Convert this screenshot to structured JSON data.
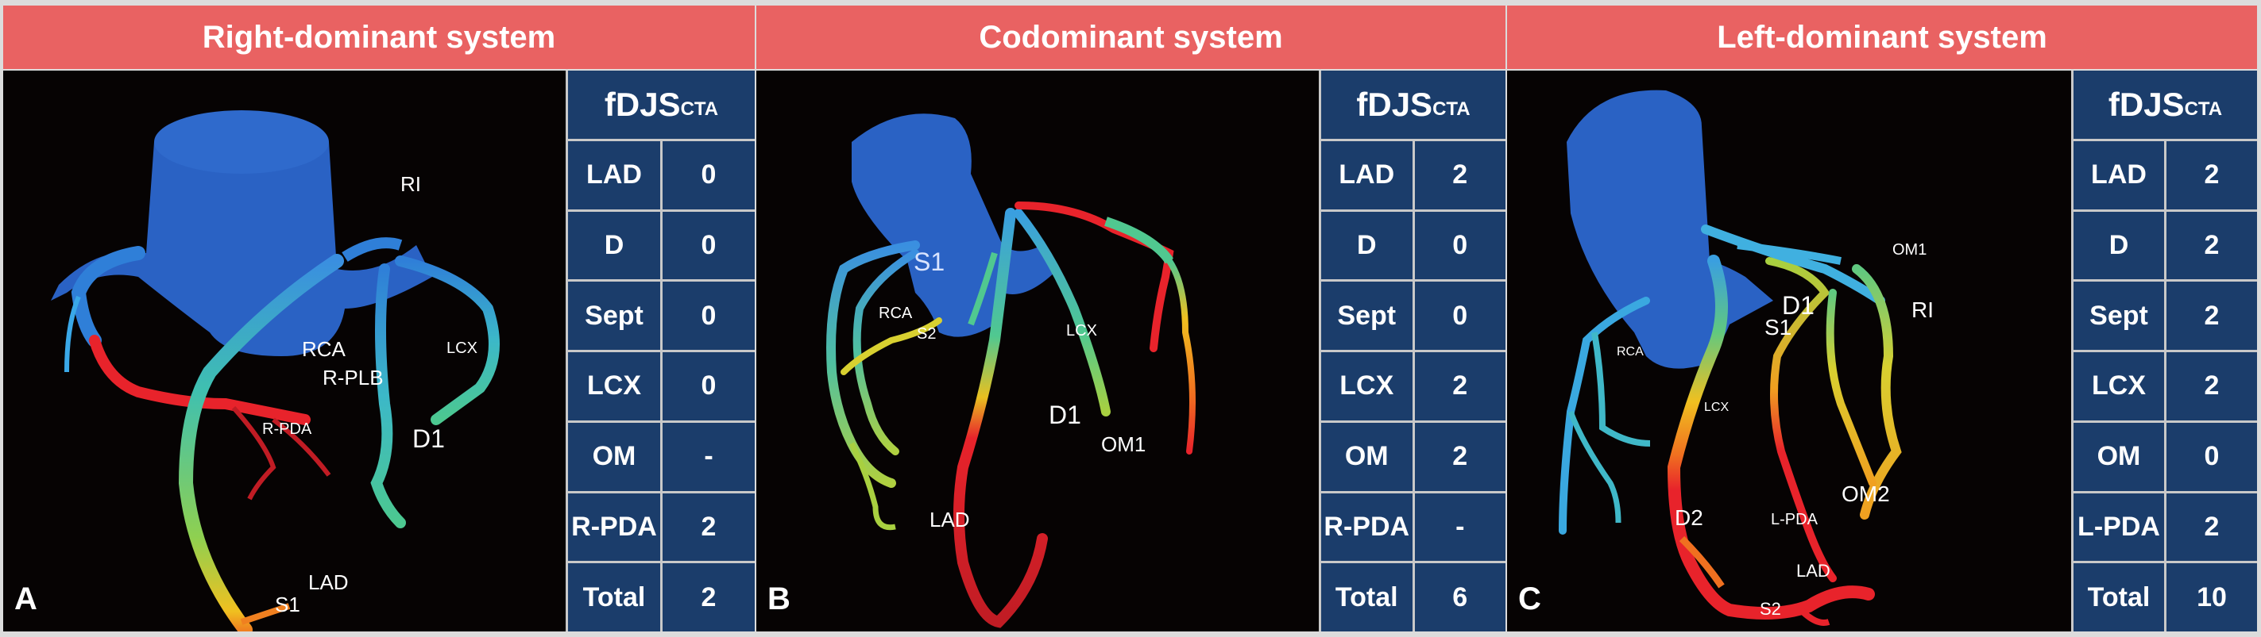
{
  "panels": [
    {
      "title": "Right-dominant system",
      "letter": "A",
      "table_title": "fDJS",
      "table_subscript": "CTA",
      "rows": [
        {
          "name": "LAD",
          "value": "0"
        },
        {
          "name": "D",
          "value": "0"
        },
        {
          "name": "Sept",
          "value": "0"
        },
        {
          "name": "LCX",
          "value": "0"
        },
        {
          "name": "OM",
          "value": "-"
        },
        {
          "name": "R-PDA",
          "value": "2"
        },
        {
          "name": "Total",
          "value": "2"
        }
      ],
      "vessel_labels": [
        "RI",
        "RCA",
        "R-PLB",
        "LCX",
        "R-PDA",
        "D1",
        "LAD",
        "S1"
      ]
    },
    {
      "title": "Codominant system",
      "letter": "B",
      "table_title": "fDJS",
      "table_subscript": "CTA",
      "rows": [
        {
          "name": "LAD",
          "value": "2"
        },
        {
          "name": "D",
          "value": "0"
        },
        {
          "name": "Sept",
          "value": "0"
        },
        {
          "name": "LCX",
          "value": "2"
        },
        {
          "name": "OM",
          "value": "2"
        },
        {
          "name": "R-PDA",
          "value": "-"
        },
        {
          "name": "Total",
          "value": "6"
        }
      ],
      "vessel_labels": [
        "S1",
        "RCA",
        "S2",
        "LCX",
        "D1",
        "OM1",
        "LAD"
      ]
    },
    {
      "title": "Left-dominant system",
      "letter": "C",
      "table_title": "fDJS",
      "table_subscript": "CTA",
      "rows": [
        {
          "name": "LAD",
          "value": "2"
        },
        {
          "name": "D",
          "value": "2"
        },
        {
          "name": "Sept",
          "value": "2"
        },
        {
          "name": "LCX",
          "value": "2"
        },
        {
          "name": "OM",
          "value": "0"
        },
        {
          "name": "L-PDA",
          "value": "2"
        },
        {
          "name": "Total",
          "value": "10"
        }
      ],
      "vessel_labels": [
        "OM1",
        "D1",
        "RI",
        "S1",
        "RCA",
        "LCX",
        "OM2",
        "D2",
        "L-PDA",
        "LAD",
        "S2"
      ]
    }
  ],
  "colors": {
    "header": "#e96262",
    "table_bg": "#1b3d6b",
    "aorta": "#2a62c4",
    "scale_low": "#2a62c4",
    "scale_high": "#e81c24"
  }
}
